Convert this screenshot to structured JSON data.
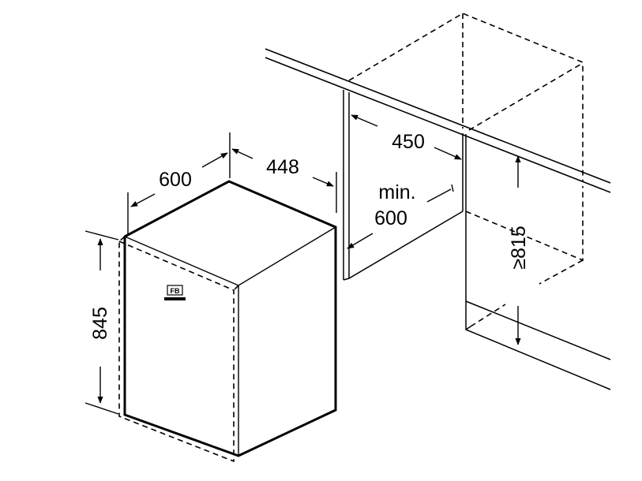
{
  "dimensions": {
    "width": "600",
    "depth": "448",
    "height": "845",
    "niche_depth": "450",
    "min_label": "min.",
    "min_width": "600",
    "niche_height": "≥815"
  }
}
